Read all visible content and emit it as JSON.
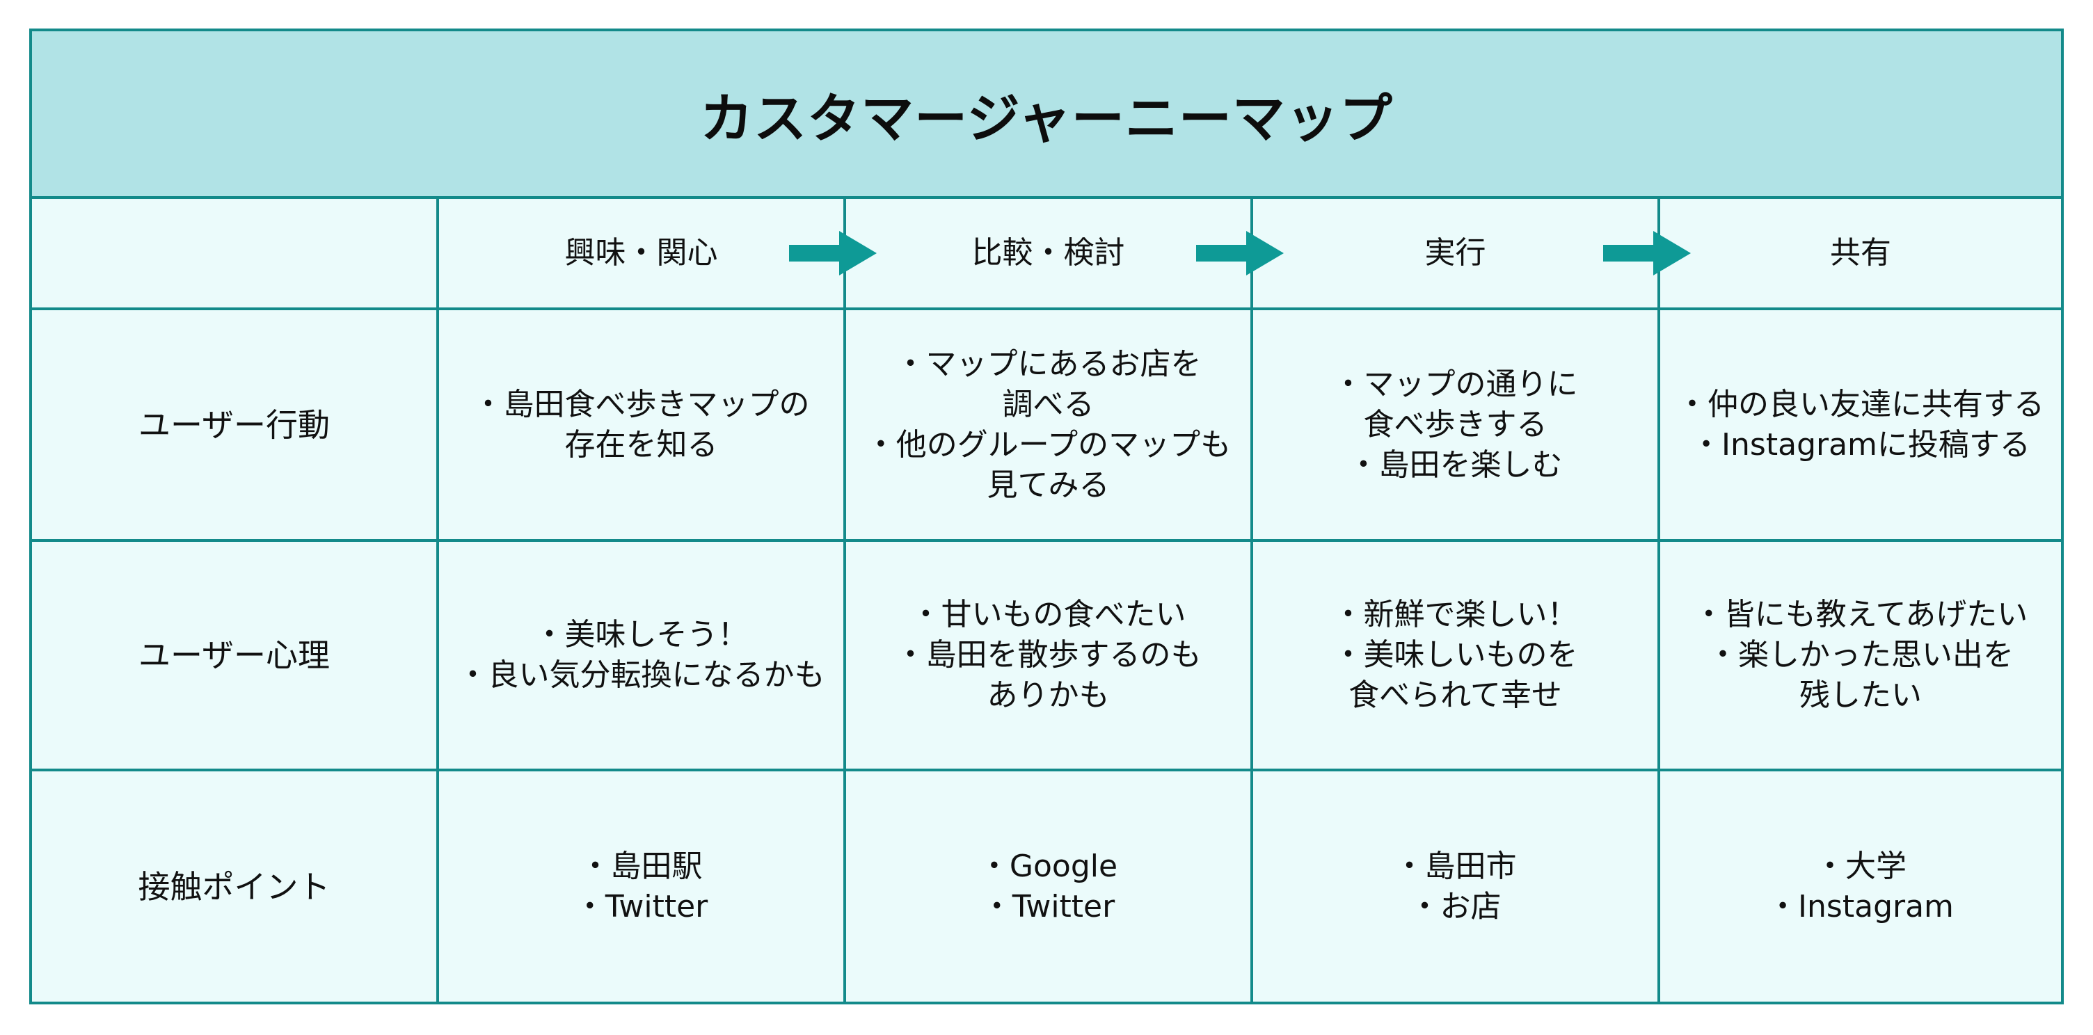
{
  "title": "カスタマージャーニーマップ",
  "stages": [
    "興味・関心",
    "比較・検討",
    "実行",
    "共有"
  ],
  "rows": [
    {
      "label": "ユーザー行動",
      "cells": [
        "・島田食べ歩きマップの\n存在を知る",
        "・マップにあるお店を\n調べる\n・他のグループのマップも\n見てみる",
        "・マップの通りに\n食べ歩きする\n・島田を楽しむ",
        "・仲の良い友達に共有する\n・Instagramに投稿する"
      ]
    },
    {
      "label": "ユーザー心理",
      "cells": [
        "・美味しそう！\n・良い気分転換になるかも",
        "・甘いもの食べたい\n・島田を散歩するのも\nありかも",
        "・新鮮で楽しい！\n・美味しいものを\n食べられて幸せ",
        "・皆にも教えてあげたい\n・楽しかった思い出を\n残したい"
      ]
    },
    {
      "label": "接触ポイント",
      "cells": [
        "・島田駅\n・Twitter",
        "・Google\n・Twitter",
        "・島田市\n・お店",
        "・大学\n・Instagram"
      ]
    }
  ],
  "colors": {
    "header_bg": "#b1e3e6",
    "cell_bg": "#ebfbfb",
    "border": "#138a8a",
    "arrow": "#0e9a96"
  },
  "icons": {
    "flow_arrow": "right-arrow-icon"
  }
}
